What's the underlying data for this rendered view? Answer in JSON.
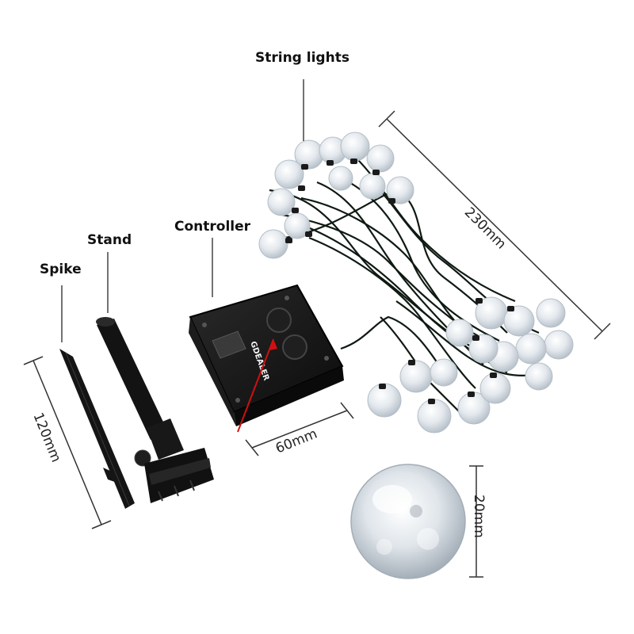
{
  "labels": {
    "string_lights": "String lights",
    "stand": "Stand",
    "controller": "Controller",
    "spike": "Spike"
  },
  "dimensions": {
    "string_length": "230mm",
    "spike_length": "120mm",
    "controller_width": "60mm",
    "bulb_diameter": "20mm"
  },
  "brand_text": "GDEALER",
  "colors": {
    "background": "#ffffff",
    "plastic": "#141414",
    "wire": "#0f1a12",
    "bulb": "#e9edf1",
    "arrow": "#d01010",
    "dimension_line": "#333333"
  }
}
